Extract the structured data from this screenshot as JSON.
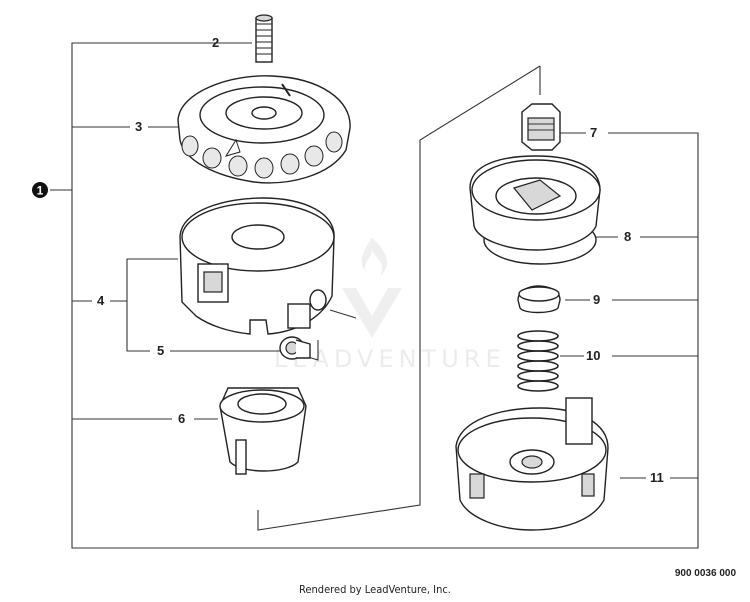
{
  "diagram": {
    "labels": {
      "l1": "1",
      "l2": "2",
      "l3": "3",
      "l4": "4",
      "l5": "5",
      "l6": "6",
      "l7": "7",
      "l8": "8",
      "l9": "9",
      "l10": "10",
      "l11": "11"
    },
    "watermark": "LEADVENTURE"
  },
  "footer": {
    "rendered_by": "Rendered by LeadVenture, Inc.",
    "diagram_code": "900 0036 000"
  }
}
